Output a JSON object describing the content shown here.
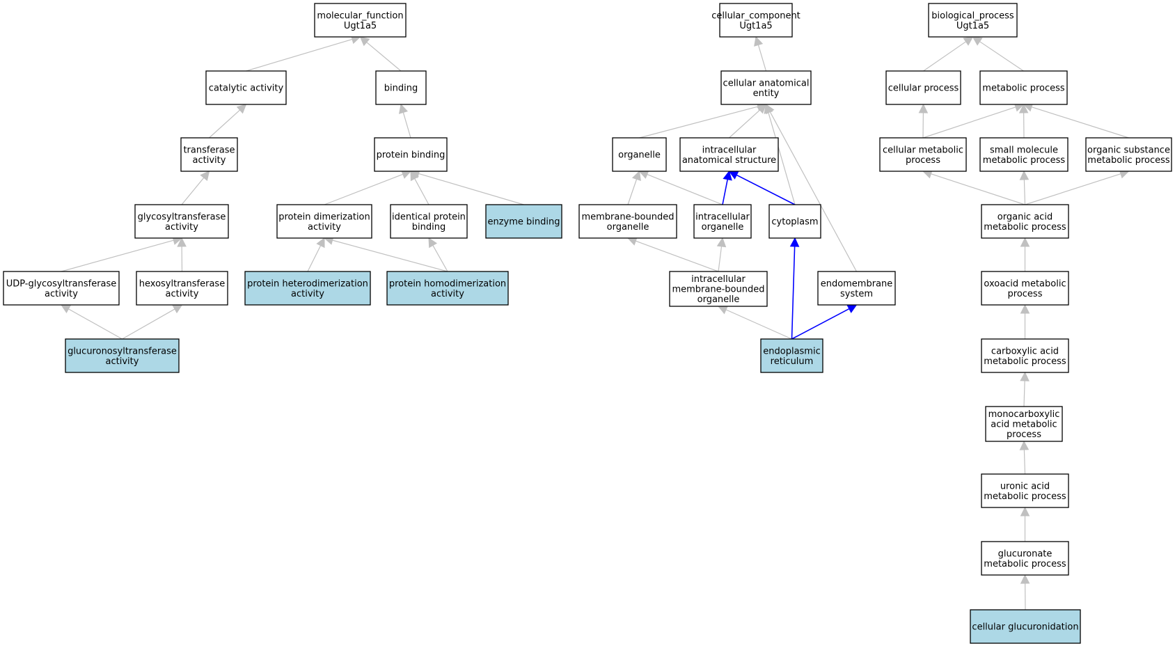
{
  "colors": {
    "background": "#ffffff",
    "node_fill": "#ffffff",
    "node_highlight_fill": "#add8e6",
    "node_stroke": "#000000",
    "edge_default": "#c0c0c0",
    "edge_highlight": "#0000ff"
  },
  "nodes": [
    {
      "id": "mf",
      "lines": [
        "molecular_function",
        "Ugt1a5"
      ],
      "highlight": false
    },
    {
      "id": "catalytic",
      "lines": [
        "catalytic activity"
      ],
      "highlight": false
    },
    {
      "id": "binding",
      "lines": [
        "binding"
      ],
      "highlight": false
    },
    {
      "id": "transferase",
      "lines": [
        "transferase",
        "activity"
      ],
      "highlight": false
    },
    {
      "id": "protein_binding",
      "lines": [
        "protein binding"
      ],
      "highlight": false
    },
    {
      "id": "glycosyl",
      "lines": [
        "glycosyltransferase",
        "activity"
      ],
      "highlight": false
    },
    {
      "id": "dimer",
      "lines": [
        "protein dimerization",
        "activity"
      ],
      "highlight": false
    },
    {
      "id": "identical",
      "lines": [
        "identical protein",
        "binding"
      ],
      "highlight": false
    },
    {
      "id": "enzyme",
      "lines": [
        "enzyme binding"
      ],
      "highlight": true
    },
    {
      "id": "udp",
      "lines": [
        "UDP-glycosyltransferase",
        "activity"
      ],
      "highlight": false
    },
    {
      "id": "hexosyl",
      "lines": [
        "hexosyltransferase",
        "activity"
      ],
      "highlight": false
    },
    {
      "id": "heterodimer",
      "lines": [
        "protein heterodimerization",
        "activity"
      ],
      "highlight": true
    },
    {
      "id": "homodimer",
      "lines": [
        "protein homodimerization",
        "activity"
      ],
      "highlight": true
    },
    {
      "id": "glucuronosyl",
      "lines": [
        "glucuronosyltransferase",
        "activity"
      ],
      "highlight": true
    },
    {
      "id": "cc",
      "lines": [
        "cellular_component",
        "Ugt1a5"
      ],
      "highlight": false
    },
    {
      "id": "cae",
      "lines": [
        "cellular anatomical",
        "entity"
      ],
      "highlight": false
    },
    {
      "id": "organelle",
      "lines": [
        "organelle"
      ],
      "highlight": false
    },
    {
      "id": "ias",
      "lines": [
        "intracellular",
        "anatomical structure"
      ],
      "highlight": false
    },
    {
      "id": "mbo",
      "lines": [
        "membrane-bounded",
        "organelle"
      ],
      "highlight": false
    },
    {
      "id": "io",
      "lines": [
        "intracellular",
        "organelle"
      ],
      "highlight": false
    },
    {
      "id": "cytoplasm",
      "lines": [
        "cytoplasm"
      ],
      "highlight": false
    },
    {
      "id": "imbo",
      "lines": [
        "intracellular",
        "membrane-bounded",
        "organelle"
      ],
      "highlight": false
    },
    {
      "id": "endomembrane",
      "lines": [
        "endomembrane",
        "system"
      ],
      "highlight": false
    },
    {
      "id": "er",
      "lines": [
        "endoplasmic",
        "reticulum"
      ],
      "highlight": true
    },
    {
      "id": "bp",
      "lines": [
        "biological_process",
        "Ugt1a5"
      ],
      "highlight": false
    },
    {
      "id": "cellproc",
      "lines": [
        "cellular process"
      ],
      "highlight": false
    },
    {
      "id": "metproc",
      "lines": [
        "metabolic process"
      ],
      "highlight": false
    },
    {
      "id": "cellmet",
      "lines": [
        "cellular metabolic",
        "process"
      ],
      "highlight": false
    },
    {
      "id": "smallmol",
      "lines": [
        "small molecule",
        "metabolic process"
      ],
      "highlight": false
    },
    {
      "id": "orgsub",
      "lines": [
        "organic substance",
        "metabolic process"
      ],
      "highlight": false
    },
    {
      "id": "orgacid",
      "lines": [
        "organic acid",
        "metabolic process"
      ],
      "highlight": false
    },
    {
      "id": "oxoacid",
      "lines": [
        "oxoacid metabolic",
        "process"
      ],
      "highlight": false
    },
    {
      "id": "carboxylic",
      "lines": [
        "carboxylic acid",
        "metabolic process"
      ],
      "highlight": false
    },
    {
      "id": "monocarboxylic",
      "lines": [
        "monocarboxylic",
        "acid metabolic",
        "process"
      ],
      "highlight": false
    },
    {
      "id": "uronic",
      "lines": [
        "uronic acid",
        "metabolic process"
      ],
      "highlight": false
    },
    {
      "id": "glucuronate",
      "lines": [
        "glucuronate",
        "metabolic process"
      ],
      "highlight": false
    },
    {
      "id": "glucuronidation",
      "lines": [
        "cellular glucuronidation"
      ],
      "highlight": true
    }
  ],
  "edges": [
    {
      "from": "catalytic",
      "to": "mf",
      "highlight": false
    },
    {
      "from": "binding",
      "to": "mf",
      "highlight": false
    },
    {
      "from": "transferase",
      "to": "catalytic",
      "highlight": false
    },
    {
      "from": "protein_binding",
      "to": "binding",
      "highlight": false
    },
    {
      "from": "glycosyl",
      "to": "transferase",
      "highlight": false
    },
    {
      "from": "dimer",
      "to": "protein_binding",
      "highlight": false
    },
    {
      "from": "identical",
      "to": "protein_binding",
      "highlight": false
    },
    {
      "from": "enzyme",
      "to": "protein_binding",
      "highlight": false
    },
    {
      "from": "udp",
      "to": "glycosyl",
      "highlight": false
    },
    {
      "from": "hexosyl",
      "to": "glycosyl",
      "highlight": false
    },
    {
      "from": "heterodimer",
      "to": "dimer",
      "highlight": false
    },
    {
      "from": "homodimer",
      "to": "dimer",
      "highlight": false
    },
    {
      "from": "homodimer",
      "to": "identical",
      "highlight": false
    },
    {
      "from": "glucuronosyl",
      "to": "udp",
      "highlight": false
    },
    {
      "from": "glucuronosyl",
      "to": "hexosyl",
      "highlight": false
    },
    {
      "from": "cae",
      "to": "cc",
      "highlight": false
    },
    {
      "from": "organelle",
      "to": "cae",
      "highlight": false
    },
    {
      "from": "ias",
      "to": "cae",
      "highlight": false
    },
    {
      "from": "cytoplasm",
      "to": "cae",
      "highlight": false
    },
    {
      "from": "endomembrane",
      "to": "cae",
      "highlight": false
    },
    {
      "from": "mbo",
      "to": "organelle",
      "highlight": false
    },
    {
      "from": "io",
      "to": "organelle",
      "highlight": false
    },
    {
      "from": "io",
      "to": "ias",
      "highlight": true
    },
    {
      "from": "cytoplasm",
      "to": "ias",
      "highlight": true
    },
    {
      "from": "imbo",
      "to": "mbo",
      "highlight": false
    },
    {
      "from": "imbo",
      "to": "io",
      "highlight": false
    },
    {
      "from": "er",
      "to": "imbo",
      "highlight": false
    },
    {
      "from": "er",
      "to": "cytoplasm",
      "highlight": true
    },
    {
      "from": "er",
      "to": "endomembrane",
      "highlight": true
    },
    {
      "from": "cellproc",
      "to": "bp",
      "highlight": false
    },
    {
      "from": "metproc",
      "to": "bp",
      "highlight": false
    },
    {
      "from": "cellmet",
      "to": "cellproc",
      "highlight": false
    },
    {
      "from": "cellmet",
      "to": "metproc",
      "highlight": false
    },
    {
      "from": "smallmol",
      "to": "metproc",
      "highlight": false
    },
    {
      "from": "orgsub",
      "to": "metproc",
      "highlight": false
    },
    {
      "from": "orgacid",
      "to": "cellmet",
      "highlight": false
    },
    {
      "from": "orgacid",
      "to": "smallmol",
      "highlight": false
    },
    {
      "from": "orgacid",
      "to": "orgsub",
      "highlight": false
    },
    {
      "from": "oxoacid",
      "to": "orgacid",
      "highlight": false
    },
    {
      "from": "carboxylic",
      "to": "oxoacid",
      "highlight": false
    },
    {
      "from": "monocarboxylic",
      "to": "carboxylic",
      "highlight": false
    },
    {
      "from": "uronic",
      "to": "monocarboxylic",
      "highlight": false
    },
    {
      "from": "glucuronate",
      "to": "uronic",
      "highlight": false
    },
    {
      "from": "glucuronidation",
      "to": "glucuronate",
      "highlight": false
    }
  ]
}
